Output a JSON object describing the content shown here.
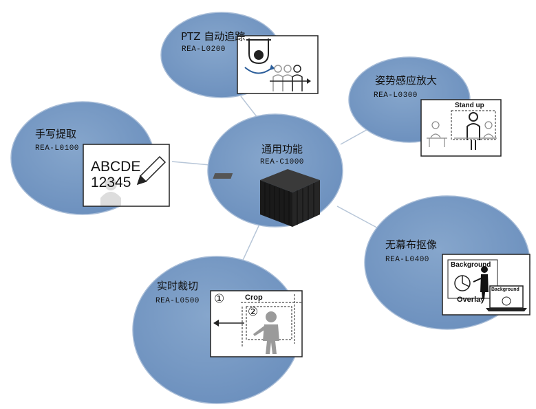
{
  "hub": {
    "title": "通用功能",
    "code": "REA-C1000"
  },
  "modules": {
    "ptz": {
      "title": "PTZ 自动追踪",
      "code": "REA-L0200"
    },
    "pose": {
      "title": "姿势感应放大",
      "code": "REA-L0300",
      "panel_text": "Stand up"
    },
    "handwriting": {
      "title": "手写提取",
      "code": "REA-L0100",
      "panel_line1": "ABCDE",
      "panel_line2": "12345"
    },
    "chroma": {
      "title": "无幕布抠像",
      "code": "REA-L0400",
      "panel_bg_text": "Background",
      "panel_overlay_text": "Overlay",
      "panel_laptop_text": "Background"
    },
    "crop": {
      "title": "实时裁切",
      "code": "REA-L0500",
      "panel_step1": "①",
      "panel_step2": "②",
      "panel_crop_text": "Crop"
    }
  },
  "colors": {
    "bubble": "#7698c2",
    "bubble_edge": "#9fb6d4",
    "connector": "#b7c6d8",
    "device": "#1a1a1a"
  },
  "icons": [
    "ptz-camera-icon",
    "audience-icon",
    "stand-up-figure-icon",
    "pencil-icon",
    "presenter-icon",
    "laptop-icon",
    "person-silhouette-icon",
    "arrow-left-icon"
  ]
}
